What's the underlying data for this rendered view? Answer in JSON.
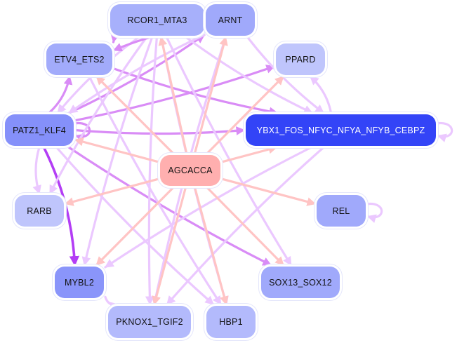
{
  "diagram": {
    "type": "directed-network",
    "colors": {
      "edge_from_motif": "#ffc4c4",
      "edge_light": "#ebc8ff",
      "edge_medium": "#d98cf6",
      "edge_strong": "#b33df5",
      "self_loop": "#ebc8ff",
      "node_border_halo": "#e4e6fb"
    },
    "nodes": [
      {
        "id": "AGCACCA",
        "label": "AGCACCA",
        "fill": "#ffafaf",
        "text_color": "#111111"
      },
      {
        "id": "RCOR1_MTA3",
        "label": "RCOR1_MTA3",
        "fill": "#a7b0fb",
        "text_color": "#111111"
      },
      {
        "id": "ARNT",
        "label": "ARNT",
        "fill": "#a0a9fb",
        "text_color": "#111111"
      },
      {
        "id": "ETV4_ETS2",
        "label": "ETV4_ETS2",
        "fill": "#a2abfb",
        "text_color": "#111111"
      },
      {
        "id": "PPARD",
        "label": "PPARD",
        "fill": "#bfc5fc",
        "text_color": "#111111"
      },
      {
        "id": "PATZ1_KLF4",
        "label": "PATZ1_KLF4",
        "fill": "#8590fa",
        "text_color": "#111111"
      },
      {
        "id": "YBX1_FOS_NFYC_NFYA_NFYB_CEBPZ",
        "label": "YBX1_FOS_NFYC_NFYA_NFYB_CEBPZ",
        "fill": "#3344f7",
        "text_color": "#ffffff"
      },
      {
        "id": "RARB",
        "label": "RARB",
        "fill": "#bfc5fc",
        "text_color": "#111111"
      },
      {
        "id": "REL",
        "label": "REL",
        "fill": "#a0a9fb",
        "text_color": "#111111"
      },
      {
        "id": "MYBL2",
        "label": "MYBL2",
        "fill": "#8a95fa",
        "text_color": "#111111"
      },
      {
        "id": "SOX13_SOX12",
        "label": "SOX13_SOX12",
        "fill": "#a0a9fb",
        "text_color": "#111111"
      },
      {
        "id": "PKNOX1_TGIF2",
        "label": "PKNOX1_TGIF2",
        "fill": "#b3bafc",
        "text_color": "#111111"
      },
      {
        "id": "HBP1",
        "label": "HBP1",
        "fill": "#b3bafc",
        "text_color": "#111111"
      }
    ],
    "edges": [
      {
        "from": "AGCACCA",
        "to": "RCOR1_MTA3",
        "weight": "motif"
      },
      {
        "from": "AGCACCA",
        "to": "ARNT",
        "weight": "motif"
      },
      {
        "from": "AGCACCA",
        "to": "ETV4_ETS2",
        "weight": "motif"
      },
      {
        "from": "AGCACCA",
        "to": "PPARD",
        "weight": "motif"
      },
      {
        "from": "AGCACCA",
        "to": "PATZ1_KLF4",
        "weight": "motif"
      },
      {
        "from": "AGCACCA",
        "to": "YBX1_FOS_NFYC_NFYA_NFYB_CEBPZ",
        "weight": "motif"
      },
      {
        "from": "AGCACCA",
        "to": "RARB",
        "weight": "motif"
      },
      {
        "from": "AGCACCA",
        "to": "REL",
        "weight": "motif"
      },
      {
        "from": "AGCACCA",
        "to": "MYBL2",
        "weight": "motif"
      },
      {
        "from": "AGCACCA",
        "to": "SOX13_SOX12",
        "weight": "motif"
      },
      {
        "from": "AGCACCA",
        "to": "PKNOX1_TGIF2",
        "weight": "motif"
      },
      {
        "from": "AGCACCA",
        "to": "HBP1",
        "weight": "motif"
      },
      {
        "from": "PATZ1_KLF4",
        "to": "MYBL2",
        "weight": "strong"
      },
      {
        "from": "PATZ1_KLF4",
        "to": "ETV4_ETS2",
        "weight": "medium"
      },
      {
        "from": "PATZ1_KLF4",
        "to": "SOX13_SOX12",
        "weight": "medium"
      },
      {
        "from": "PATZ1_KLF4",
        "to": "YBX1_FOS_NFYC_NFYA_NFYB_CEBPZ",
        "weight": "medium"
      },
      {
        "from": "PATZ1_KLF4",
        "to": "ARNT",
        "weight": "medium"
      },
      {
        "from": "PATZ1_KLF4",
        "to": "PPARD",
        "weight": "medium"
      },
      {
        "from": "PATZ1_KLF4",
        "to": "RARB",
        "weight": "light"
      },
      {
        "from": "PATZ1_KLF4",
        "to": "HBP1",
        "weight": "light"
      },
      {
        "from": "PATZ1_KLF4",
        "to": "PATZ1_KLF4",
        "weight": "medium"
      },
      {
        "from": "ETV4_ETS2",
        "to": "YBX1_FOS_NFYC_NFYA_NFYB_CEBPZ",
        "weight": "medium"
      },
      {
        "from": "RCOR1_MTA3",
        "to": "ARNT",
        "weight": "light"
      },
      {
        "from": "RCOR1_MTA3",
        "to": "ETV4_ETS2",
        "weight": "medium"
      },
      {
        "from": "RCOR1_MTA3",
        "to": "PATZ1_KLF4",
        "weight": "light"
      },
      {
        "from": "RCOR1_MTA3",
        "to": "RARB",
        "weight": "light"
      },
      {
        "from": "RCOR1_MTA3",
        "to": "MYBL2",
        "weight": "light"
      },
      {
        "from": "RCOR1_MTA3",
        "to": "PKNOX1_TGIF2",
        "weight": "light"
      },
      {
        "from": "RCOR1_MTA3",
        "to": "HBP1",
        "weight": "light"
      },
      {
        "from": "RCOR1_MTA3",
        "to": "SOX13_SOX12",
        "weight": "light"
      },
      {
        "from": "RCOR1_MTA3",
        "to": "YBX1_FOS_NFYC_NFYA_NFYB_CEBPZ",
        "weight": "light"
      },
      {
        "from": "RCOR1_MTA3",
        "to": "RCOR1_MTA3",
        "weight": "light"
      },
      {
        "from": "ARNT",
        "to": "ETV4_ETS2",
        "weight": "medium"
      },
      {
        "from": "ARNT",
        "to": "PATZ1_KLF4",
        "weight": "light"
      },
      {
        "from": "ARNT",
        "to": "YBX1_FOS_NFYC_NFYA_NFYB_CEBPZ",
        "weight": "light"
      },
      {
        "from": "ARNT",
        "to": "PKNOX1_TGIF2",
        "weight": "light"
      },
      {
        "from": "YBX1_FOS_NFYC_NFYA_NFYB_CEBPZ",
        "to": "PPARD",
        "weight": "light"
      },
      {
        "from": "YBX1_FOS_NFYC_NFYA_NFYB_CEBPZ",
        "to": "YBX1_FOS_NFYC_NFYA_NFYB_CEBPZ",
        "weight": "light"
      },
      {
        "from": "YBX1_FOS_NFYC_NFYA_NFYB_CEBPZ",
        "to": "MYBL2",
        "weight": "light"
      },
      {
        "from": "YBX1_FOS_NFYC_NFYA_NFYB_CEBPZ",
        "to": "PKNOX1_TGIF2",
        "weight": "light"
      },
      {
        "from": "ETV4_ETS2",
        "to": "HBP1",
        "weight": "light"
      },
      {
        "from": "MYBL2",
        "to": "PKNOX1_TGIF2",
        "weight": "light"
      },
      {
        "from": "REL",
        "to": "REL",
        "weight": "light"
      }
    ]
  }
}
